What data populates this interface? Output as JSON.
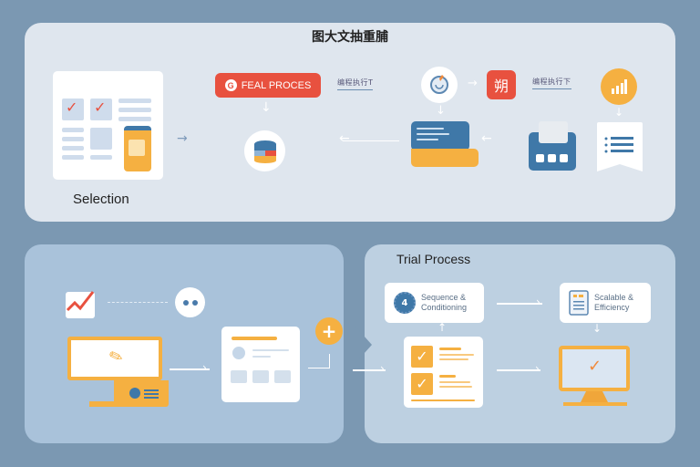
{
  "diagram": {
    "title": "图大文抽重脯",
    "top_section": {
      "label": "Selection",
      "feal_button": {
        "icon": "g-logo-icon",
        "label": "FEAL PROCES"
      },
      "link_label_1": "编程执行T",
      "link_label_2": "编程执行下",
      "red_tile_glyph": "朔"
    },
    "bottom_right_section": {
      "title": "Trial Process",
      "card_1": {
        "badge": "4",
        "line1": "Sequence &",
        "line2": "Conditioning"
      },
      "card_2": {
        "line1": "Scalable &",
        "line2": "Efficiency"
      }
    },
    "colors": {
      "background": "#7b98b2",
      "accent_red": "#e8513f",
      "accent_orange": "#f5b041",
      "accent_blue": "#3f78a8"
    }
  }
}
